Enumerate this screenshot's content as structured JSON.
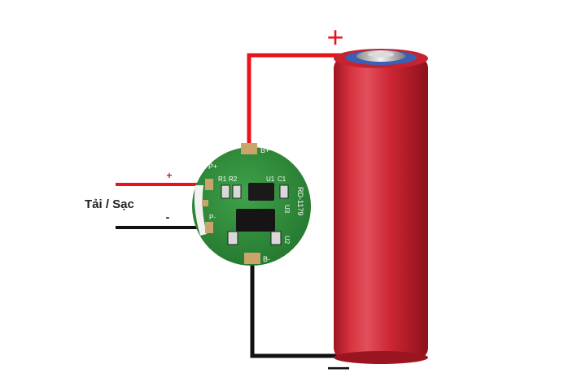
{
  "diagram": {
    "load_charge_label": "Tải / Sạc",
    "battery_positive_symbol": "+",
    "battery_negative_symbol": "—",
    "load_positive_symbol": "+",
    "load_negative_symbol": "-",
    "colors": {
      "positive_wire": "#e8141b",
      "negative_wire": "#111111",
      "battery_body": "#d12a36",
      "pcb": "#2f8f3a"
    },
    "pcb": {
      "model": "RD-1179",
      "pad_labels": {
        "p_plus": "P+",
        "p_minus": "P-",
        "b_plus": "B+",
        "b_minus": "B-"
      },
      "component_labels": {
        "r1": "R1",
        "r2": "R2",
        "u1": "U1",
        "c1": "C1",
        "u2": "U2",
        "u3": "U3"
      }
    }
  }
}
